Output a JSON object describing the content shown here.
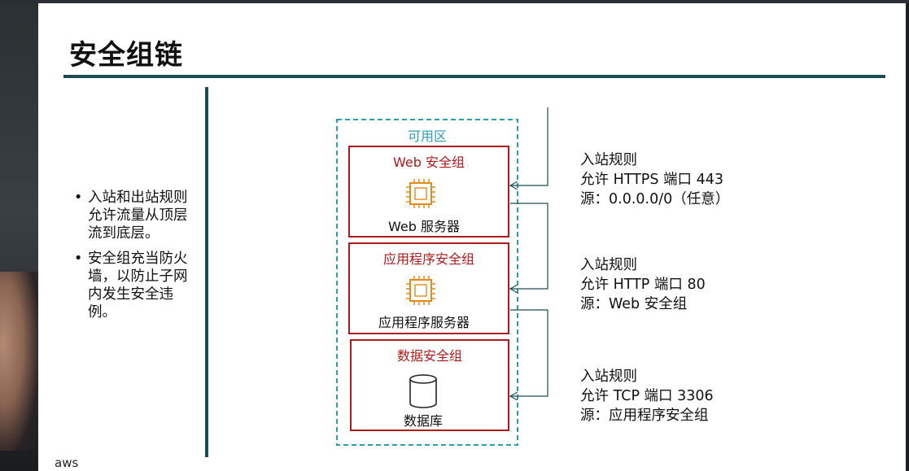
{
  "slide": {
    "title": "安全组链",
    "bullets": [
      "入站和出站规则允许流量从顶层流到底层。",
      "安全组充当防火墙，以防止子网内发生安全违例。"
    ],
    "bullet_marker": "•",
    "logo": "aws"
  },
  "diagram": {
    "zone_label": "可用区",
    "groups": [
      {
        "title": "Web 安全组",
        "item": "Web 服务器",
        "icon": "chip-icon"
      },
      {
        "title": "应用程序安全组",
        "item": "应用程序服务器",
        "icon": "chip-icon"
      },
      {
        "title": "数据安全组",
        "item": "数据库",
        "icon": "database-icon"
      }
    ],
    "rules": [
      {
        "heading": "入站规则",
        "line1": "允许 HTTPS 端口 443",
        "line2": "源：0.0.0.0/0（任意）"
      },
      {
        "heading": "入站规则",
        "line1": "允许 HTTP 端口 80",
        "line2": "源：Web 安全组"
      },
      {
        "heading": "入站规则",
        "line1": "允许 TCP 端口 3306",
        "line2": "源：应用程序安全组"
      }
    ],
    "colors": {
      "zone": "#2aa0b4",
      "group": "#b01a1a",
      "chip": "#e88a17",
      "rule_line": "#1d4d4f"
    }
  }
}
